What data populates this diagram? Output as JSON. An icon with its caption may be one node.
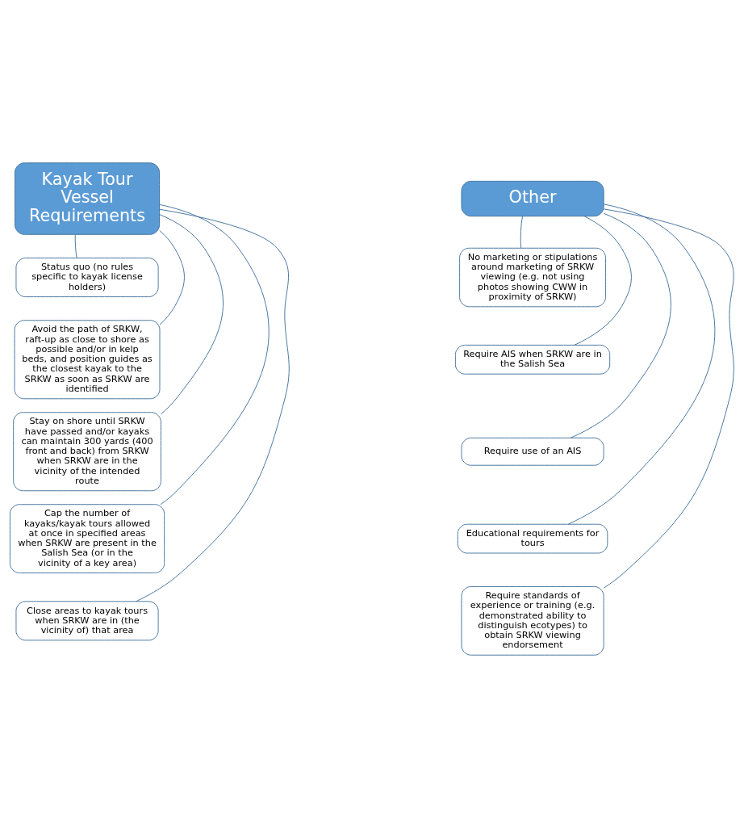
{
  "diagram": {
    "nodes": [
      {
        "text": [
          "Kayak Tour Vessel Requirements"
        ]
      },
      {
        "text": [
          "Status quo (no rules specific to kayak license holders)"
        ]
      },
      {
        "text": [
          "Avoid the path of SRKW, raft-up as close to shore as possible and/or in kelp beds, and position guides as the closest kayak to the SRKW as soon as SRKW are identified"
        ]
      },
      {
        "text": [
          "Stay on shore until SRKW have passed and/or kayaks can maintain 300 yards (400 front and back) from SRKW when SRKW are in the vicinity of the intended route"
        ]
      },
      {
        "text": [
          "Cap the number of kayaks/kayak tours allowed at once in specified areas when SRKW are present in the Salish Sea (or in the vicinity of a key area)"
        ]
      },
      {
        "text": [
          "Close areas to kayak tours when SRKW are in (the vicinity of) that area"
        ]
      },
      {
        "text": [
          "Other"
        ]
      },
      {
        "text": [
          "No marketing or stipulations around marketing of SRKW viewing (e.g. not using photos showing CWW in proximity of SRKW)"
        ]
      },
      {
        "text": [
          "Require AIS when SRKW are in the Salish Sea"
        ]
      },
      {
        "text": [
          "Require use of an AIS"
        ]
      },
      {
        "text": [
          "Educational requirements for tours"
        ]
      },
      {
        "text": [
          "Require standards of experience or training (e.g. demonstrated ability to distinguish ecotypes) to obtain SRKW viewing endorsement"
        ]
      }
    ],
    "edges": [
      {
        "from": 0,
        "to": 1,
        "arrow": "none"
      },
      {
        "from": 0,
        "to": 2,
        "arrow": "none"
      },
      {
        "from": 0,
        "to": 3,
        "arrow": "none"
      },
      {
        "from": 0,
        "to": 4,
        "arrow": "none"
      },
      {
        "from": 0,
        "to": 5,
        "arrow": "none"
      },
      {
        "from": 6,
        "to": 7,
        "arrow": "none"
      },
      {
        "from": 6,
        "to": 8,
        "arrow": "none"
      },
      {
        "from": 6,
        "to": 9,
        "arrow": "none"
      },
      {
        "from": 6,
        "to": 10,
        "arrow": "none"
      },
      {
        "from": 6,
        "to": 11,
        "arrow": "none"
      }
    ]
  }
}
